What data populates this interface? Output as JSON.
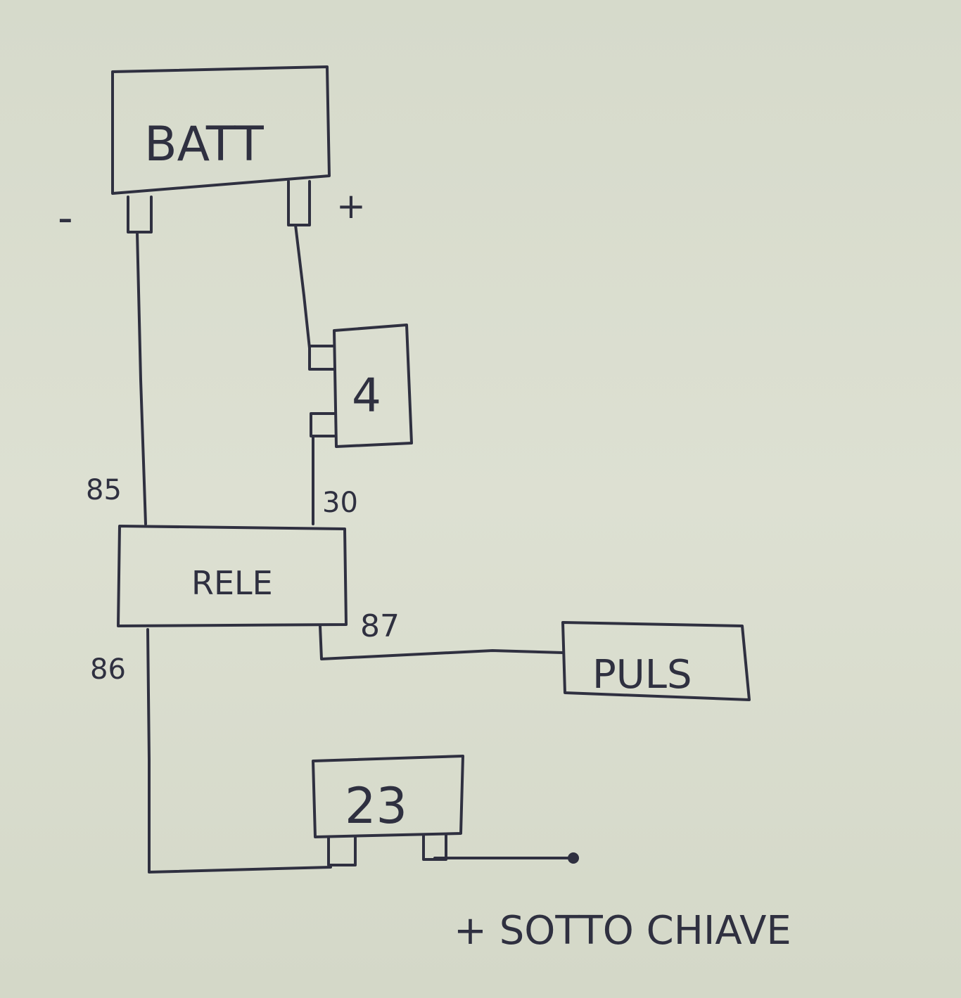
{
  "diagram": {
    "ink_color": "#2f3040",
    "paper_color": "#d9ddce",
    "components": {
      "battery": {
        "label": "BATT",
        "negative": "-",
        "positive": "+"
      },
      "fuse": {
        "label": "4"
      },
      "relay": {
        "label": "RELE",
        "pins": {
          "p85": "85",
          "p30": "30",
          "p87": "87",
          "p86": "86"
        }
      },
      "button": {
        "label": "PULS"
      },
      "fuse2": {
        "label": "23"
      }
    },
    "note": "+ SOTTO CHIAVE"
  }
}
